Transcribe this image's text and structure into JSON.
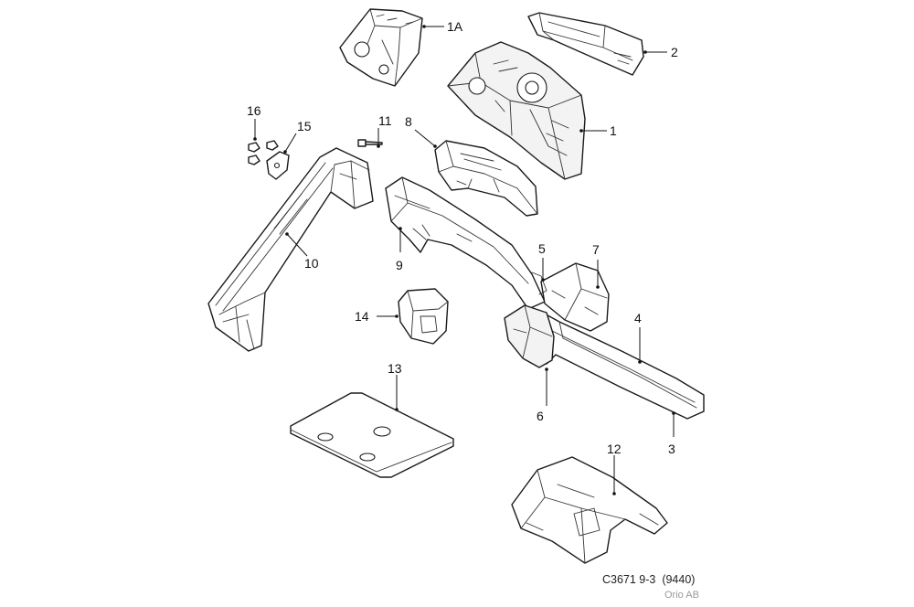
{
  "callouts": {
    "c1A": "1A",
    "c1": "1",
    "c2": "2",
    "c3": "3",
    "c4": "4",
    "c5": "5",
    "c6": "6",
    "c7": "7",
    "c8": "8",
    "c9": "9",
    "c10": "10",
    "c11": "11",
    "c12": "12",
    "c13": "13",
    "c14": "14",
    "c15": "15",
    "c16": "16"
  },
  "footer": {
    "code": "C3671 9-3  (9440)",
    "credit": "Orio AB"
  }
}
